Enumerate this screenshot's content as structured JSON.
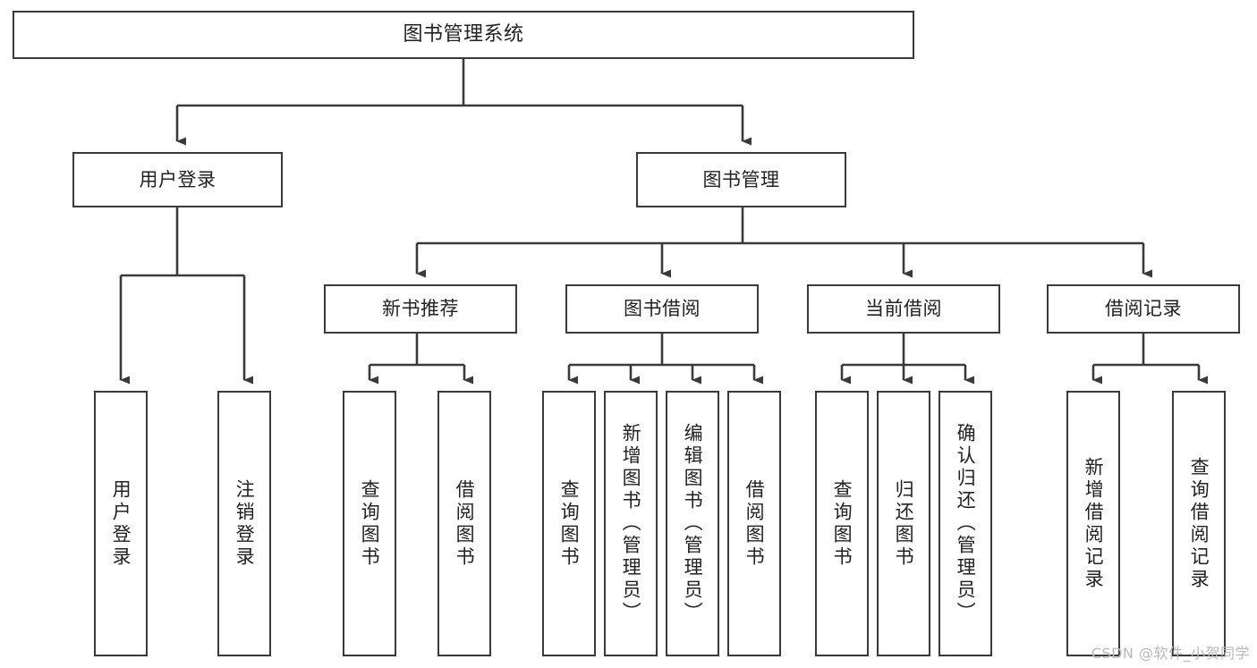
{
  "diagram": {
    "title": "图书管理系统",
    "type": "tree-hierarchy-chart",
    "colors": {
      "box_border": "#3a3a3a",
      "box_fill": "#ffffff",
      "connector": "#3a3a3a",
      "text": "#222222",
      "background": "#ffffff",
      "watermark": "#b9b9b9"
    },
    "root": {
      "label": "图书管理系统"
    },
    "level2": [
      {
        "label": "用户登录"
      },
      {
        "label": "图书管理"
      }
    ],
    "level3": [
      {
        "label": "新书推荐"
      },
      {
        "label": "图书借阅"
      },
      {
        "label": "当前借阅"
      },
      {
        "label": "借阅记录"
      }
    ],
    "leaves": {
      "user_login": [
        {
          "label": "用户登录"
        },
        {
          "label": "注销登录"
        }
      ],
      "new_book_recommend": [
        {
          "label": "查询图书"
        },
        {
          "label": "借阅图书"
        }
      ],
      "book_borrow": [
        {
          "label": "查询图书"
        },
        {
          "label": "新增图书（管理员）"
        },
        {
          "label": "编辑图书（管理员）"
        },
        {
          "label": "借阅图书"
        }
      ],
      "current_borrow": [
        {
          "label": "查询图书"
        },
        {
          "label": "归还图书"
        },
        {
          "label": "确认归还（管理员）"
        }
      ],
      "borrow_record": [
        {
          "label": "新增借阅记录"
        },
        {
          "label": "查询借阅记录"
        }
      ]
    }
  },
  "watermark": {
    "text": "CSDN @软件_小贺同学"
  }
}
